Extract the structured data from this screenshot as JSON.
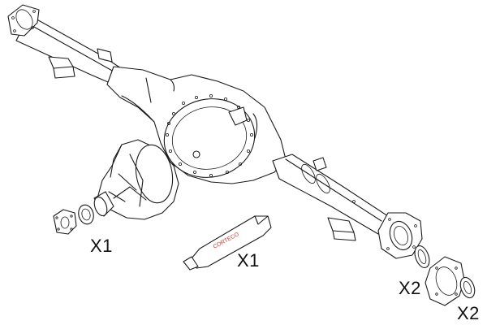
{
  "diagram": {
    "quantity_labels": {
      "pinion_seal_kit": "X1",
      "sealant_tube": "X1",
      "axle_shaft_seal": "X2",
      "bearing_retainer": "X2"
    },
    "tube_brand": "CORTECO",
    "colors": {
      "lines": "#1a1a1a",
      "background": "#ffffff",
      "brand_text": "#c0392b"
    }
  }
}
